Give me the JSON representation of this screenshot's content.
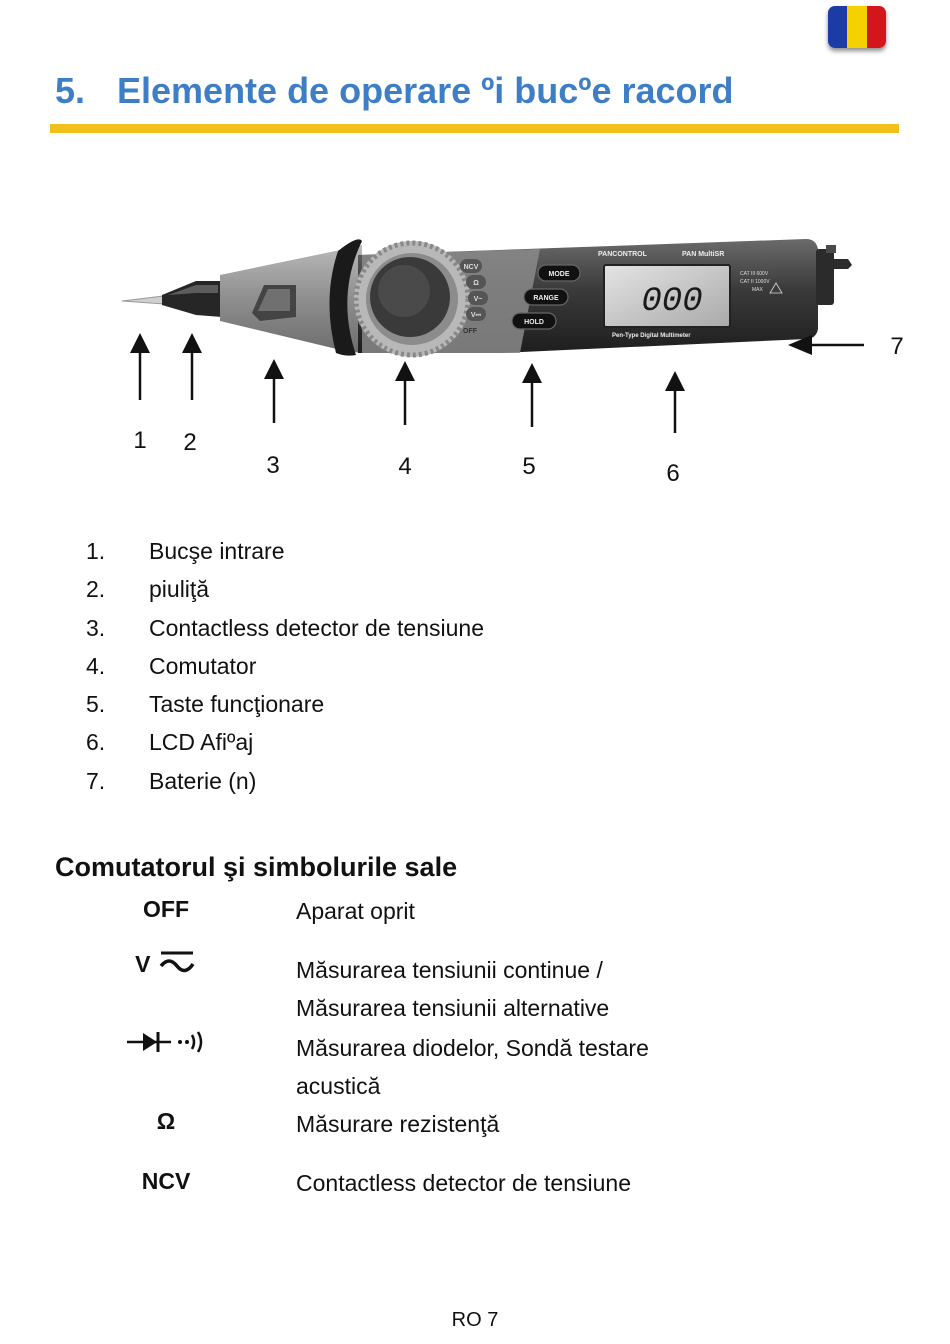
{
  "flag": {
    "icon": "romania-flag-icon",
    "colors": [
      "#1c3ba6",
      "#f5d100",
      "#d4151c"
    ]
  },
  "header": {
    "number": "5.",
    "title": "Elemente de operare ºi bucºe racord",
    "title_color": "#3e7ec6",
    "rule_color": "#f2c01a"
  },
  "figure": {
    "device_logo": "PANCONTROL",
    "device_model": "PAN MultiSR",
    "device_subtitle": "Pen-Type Digital Multimeter",
    "lcd_reading": "000",
    "buttons": [
      "MODE",
      "RANGE",
      "HOLD"
    ],
    "dial_labels": [
      "NCV",
      "Ω",
      "V~",
      "V⎓",
      "OFF"
    ],
    "cat_rating": [
      "CAT III 600V",
      "CAT II 1000V",
      "MAX"
    ],
    "callouts": [
      "1",
      "2",
      "3",
      "4",
      "5",
      "6",
      "7"
    ]
  },
  "legend": [
    {
      "n": "1.",
      "text": "Bucşe intrare"
    },
    {
      "n": "2.",
      "text": "piuliţă"
    },
    {
      "n": "3.",
      "text": "Contactless detector de tensiune"
    },
    {
      "n": "4.",
      "text": "Comutator"
    },
    {
      "n": "5.",
      "text": "Taste funcţionare"
    },
    {
      "n": "6.",
      "text": "LCD Afiºaj"
    },
    {
      "n": "7.",
      "text": "Baterie (n)"
    }
  ],
  "symbols": {
    "heading": "Comutatorul şi simbolurile sale",
    "off_label": "OFF",
    "off_desc": "Aparat oprit",
    "volt_label": "V",
    "volt_desc_1": "Măsurarea tensiunii continue /",
    "volt_desc_2": "Măsurarea tensiunii alternative",
    "diode_icon": "diode-buzzer-icon",
    "diode_desc_1": "Măsurarea diodelor, Sondă testare",
    "diode_desc_2": "acustică",
    "ohm_label": "Ω",
    "ohm_desc": "Măsurare rezistenţă",
    "ncv_label": "NCV",
    "ncv_desc": "Contactless detector de tensiune"
  },
  "footer": {
    "page": "RO 7"
  }
}
